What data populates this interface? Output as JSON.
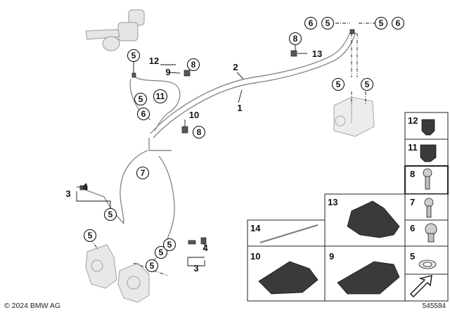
{
  "callouts": {
    "c5_master": "5",
    "c5_left_mid": "5",
    "c6_left": "6",
    "c6_top_a": "6",
    "c5_top_a": "5",
    "c5_top_b": "5",
    "c6_top_b": "6",
    "c8_top": "8",
    "c8_clip": "8",
    "c8_mid": "8",
    "c5_abs_a": "5",
    "c5_abs_b": "5",
    "c11": "11",
    "c7_hose": "7",
    "c5_caliper_a": "5",
    "c5_caliper_b": "5",
    "c5_caliper_c": "5",
    "c5_caliper_d": "5",
    "c5_sensor": "5"
  },
  "labels": {
    "n12": "12",
    "n9": "9",
    "n2": "2",
    "n1": "1",
    "n13": "13",
    "n10": "10",
    "n3_left": "3",
    "n4_left": "4",
    "n4_right": "4",
    "n3_right": "3"
  },
  "parts_table": {
    "small_cells": [
      "12",
      "11",
      "8",
      "7",
      "6",
      "5"
    ],
    "large_cells": [
      "13",
      "14",
      "10",
      "9"
    ]
  },
  "footer": {
    "copyright": "© 2024 BMW AG",
    "diagram_id": "545584"
  }
}
